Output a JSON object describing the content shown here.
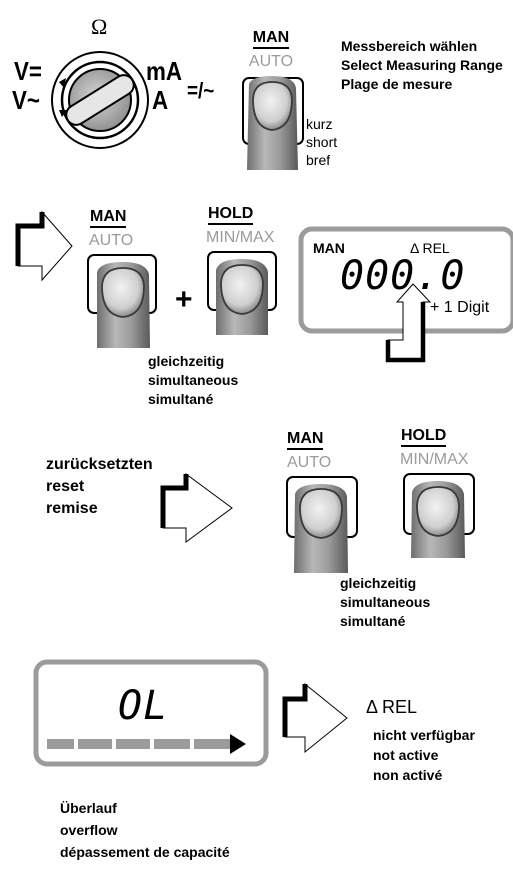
{
  "dial": {
    "top_label": "Ω",
    "left_dc": "V=",
    "left_ac": "V~",
    "right_ma": "mA",
    "right_a": "A",
    "acdc_symbol": "=/~"
  },
  "step1": {
    "man_label": "MAN",
    "auto_label": "AUTO",
    "press_duration": [
      "kurz",
      "short",
      "bref"
    ],
    "instruction": [
      "Messbereich wählen",
      "Select Measuring Range",
      "Plage de mesure"
    ]
  },
  "step2": {
    "man_label": "MAN",
    "auto_label": "AUTO",
    "hold_label": "HOLD",
    "minmax_label": "MIN/MAX",
    "plus": "+",
    "timing": [
      "gleichzeitig",
      "simultaneous",
      "simultané"
    ],
    "display": {
      "mode": "MAN",
      "rel": "Δ REL",
      "reading": "000.0",
      "note": "+ 1 Digit"
    }
  },
  "step3": {
    "action": [
      "zurücksetzten",
      "reset",
      "remise"
    ],
    "man_label": "MAN",
    "auto_label": "AUTO",
    "hold_label": "HOLD",
    "minmax_label": "MIN/MAX",
    "timing": [
      "gleichzeitig",
      "simultaneous",
      "simultané"
    ]
  },
  "step4": {
    "display_reading": "OL",
    "rel": "Δ REL",
    "status": [
      "nicht verfügbar",
      "not active",
      "non activé"
    ],
    "caption": [
      "Überlauf",
      "overflow",
      "dépassement de capacité"
    ]
  }
}
